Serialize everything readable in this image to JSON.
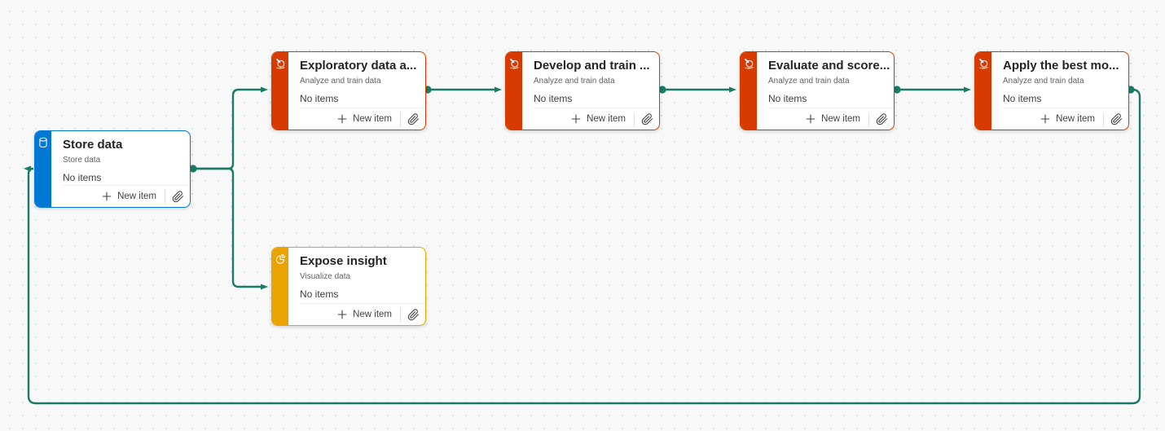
{
  "diagram": {
    "background_color": "#f8f8f8",
    "dot_grid_color": "#d2ebe3",
    "connector_color": "#1b7a66"
  },
  "cards": [
    {
      "id": "store-data",
      "title": "Store data",
      "subtitle": "Store data",
      "items_text": "No items",
      "new_item_label": "New item",
      "accent_color": "#0078D4",
      "icon": "database-icon"
    },
    {
      "id": "exploratory-data-analysis",
      "title": "Exploratory data a...",
      "subtitle": "Analyze and train data",
      "items_text": "No items",
      "new_item_label": "New item",
      "accent_color": "#D83B01",
      "icon": "microscope-icon"
    },
    {
      "id": "develop-and-train",
      "title": "Develop and train ...",
      "subtitle": "Analyze and train data",
      "items_text": "No items",
      "new_item_label": "New item",
      "accent_color": "#D83B01",
      "icon": "microscope-icon"
    },
    {
      "id": "evaluate-and-score",
      "title": "Evaluate and score...",
      "subtitle": "Analyze and train data",
      "items_text": "No items",
      "new_item_label": "New item",
      "accent_color": "#D83B01",
      "icon": "microscope-icon"
    },
    {
      "id": "apply-best-model",
      "title": "Apply the best mo...",
      "subtitle": "Analyze and train data",
      "items_text": "No items",
      "new_item_label": "New item",
      "accent_color": "#D83B01",
      "icon": "microscope-icon"
    },
    {
      "id": "expose-insight",
      "title": "Expose insight",
      "subtitle": "Visualize data",
      "items_text": "No items",
      "new_item_label": "New item",
      "accent_color": "#EAA300",
      "icon": "pie-chart-icon"
    }
  ],
  "connections": [
    {
      "from": "store-data",
      "to": "exploratory-data-analysis"
    },
    {
      "from": "store-data",
      "to": "expose-insight"
    },
    {
      "from": "exploratory-data-analysis",
      "to": "develop-and-train"
    },
    {
      "from": "develop-and-train",
      "to": "evaluate-and-score"
    },
    {
      "from": "evaluate-and-score",
      "to": "apply-best-model"
    },
    {
      "from": "apply-best-model",
      "to": "store-data"
    }
  ]
}
